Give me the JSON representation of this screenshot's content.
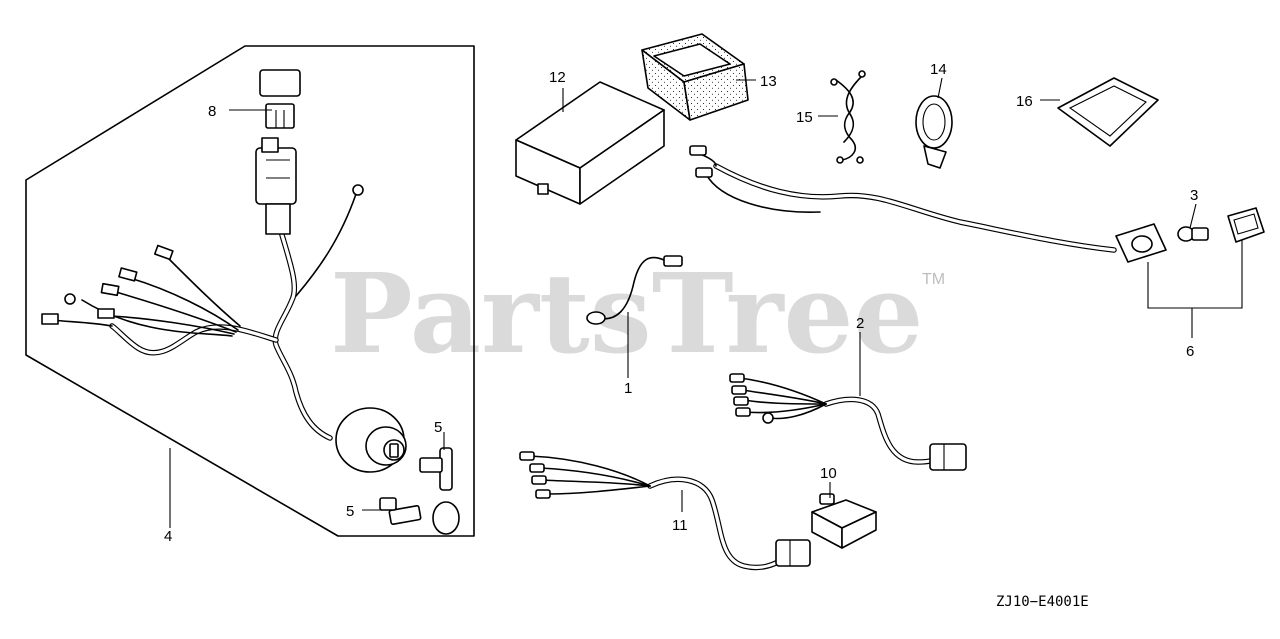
{
  "watermark": {
    "brand": "PartsTree",
    "trademark": "TM"
  },
  "diagram_code": "ZJ10−E4001E",
  "callouts": {
    "c1": "1",
    "c2": "2",
    "c3": "3",
    "c4": "4",
    "c5a": "5",
    "c5b": "5",
    "c6": "6",
    "c8": "8",
    "c10": "10",
    "c11": "11",
    "c12": "12",
    "c13": "13",
    "c14": "14",
    "c15": "15",
    "c16": "16"
  },
  "parts": [
    {
      "ref": "1",
      "icon": "ground-wire-icon"
    },
    {
      "ref": "2",
      "icon": "wire-harness-icon"
    },
    {
      "ref": "3",
      "icon": "bulb-icon"
    },
    {
      "ref": "4",
      "icon": "main-harness-assembly-icon"
    },
    {
      "ref": "5",
      "icon": "key-icon"
    },
    {
      "ref": "6",
      "icon": "indicator-lamp-assembly-icon"
    },
    {
      "ref": "8",
      "icon": "fuse-icon"
    },
    {
      "ref": "10",
      "icon": "rectifier-icon"
    },
    {
      "ref": "11",
      "icon": "wire-harness-icon"
    },
    {
      "ref": "12",
      "icon": "control-box-icon"
    },
    {
      "ref": "13",
      "icon": "rubber-mount-icon"
    },
    {
      "ref": "14",
      "icon": "band-clamp-icon"
    },
    {
      "ref": "15",
      "icon": "wire-clip-icon"
    },
    {
      "ref": "16",
      "icon": "gasket-icon"
    }
  ]
}
